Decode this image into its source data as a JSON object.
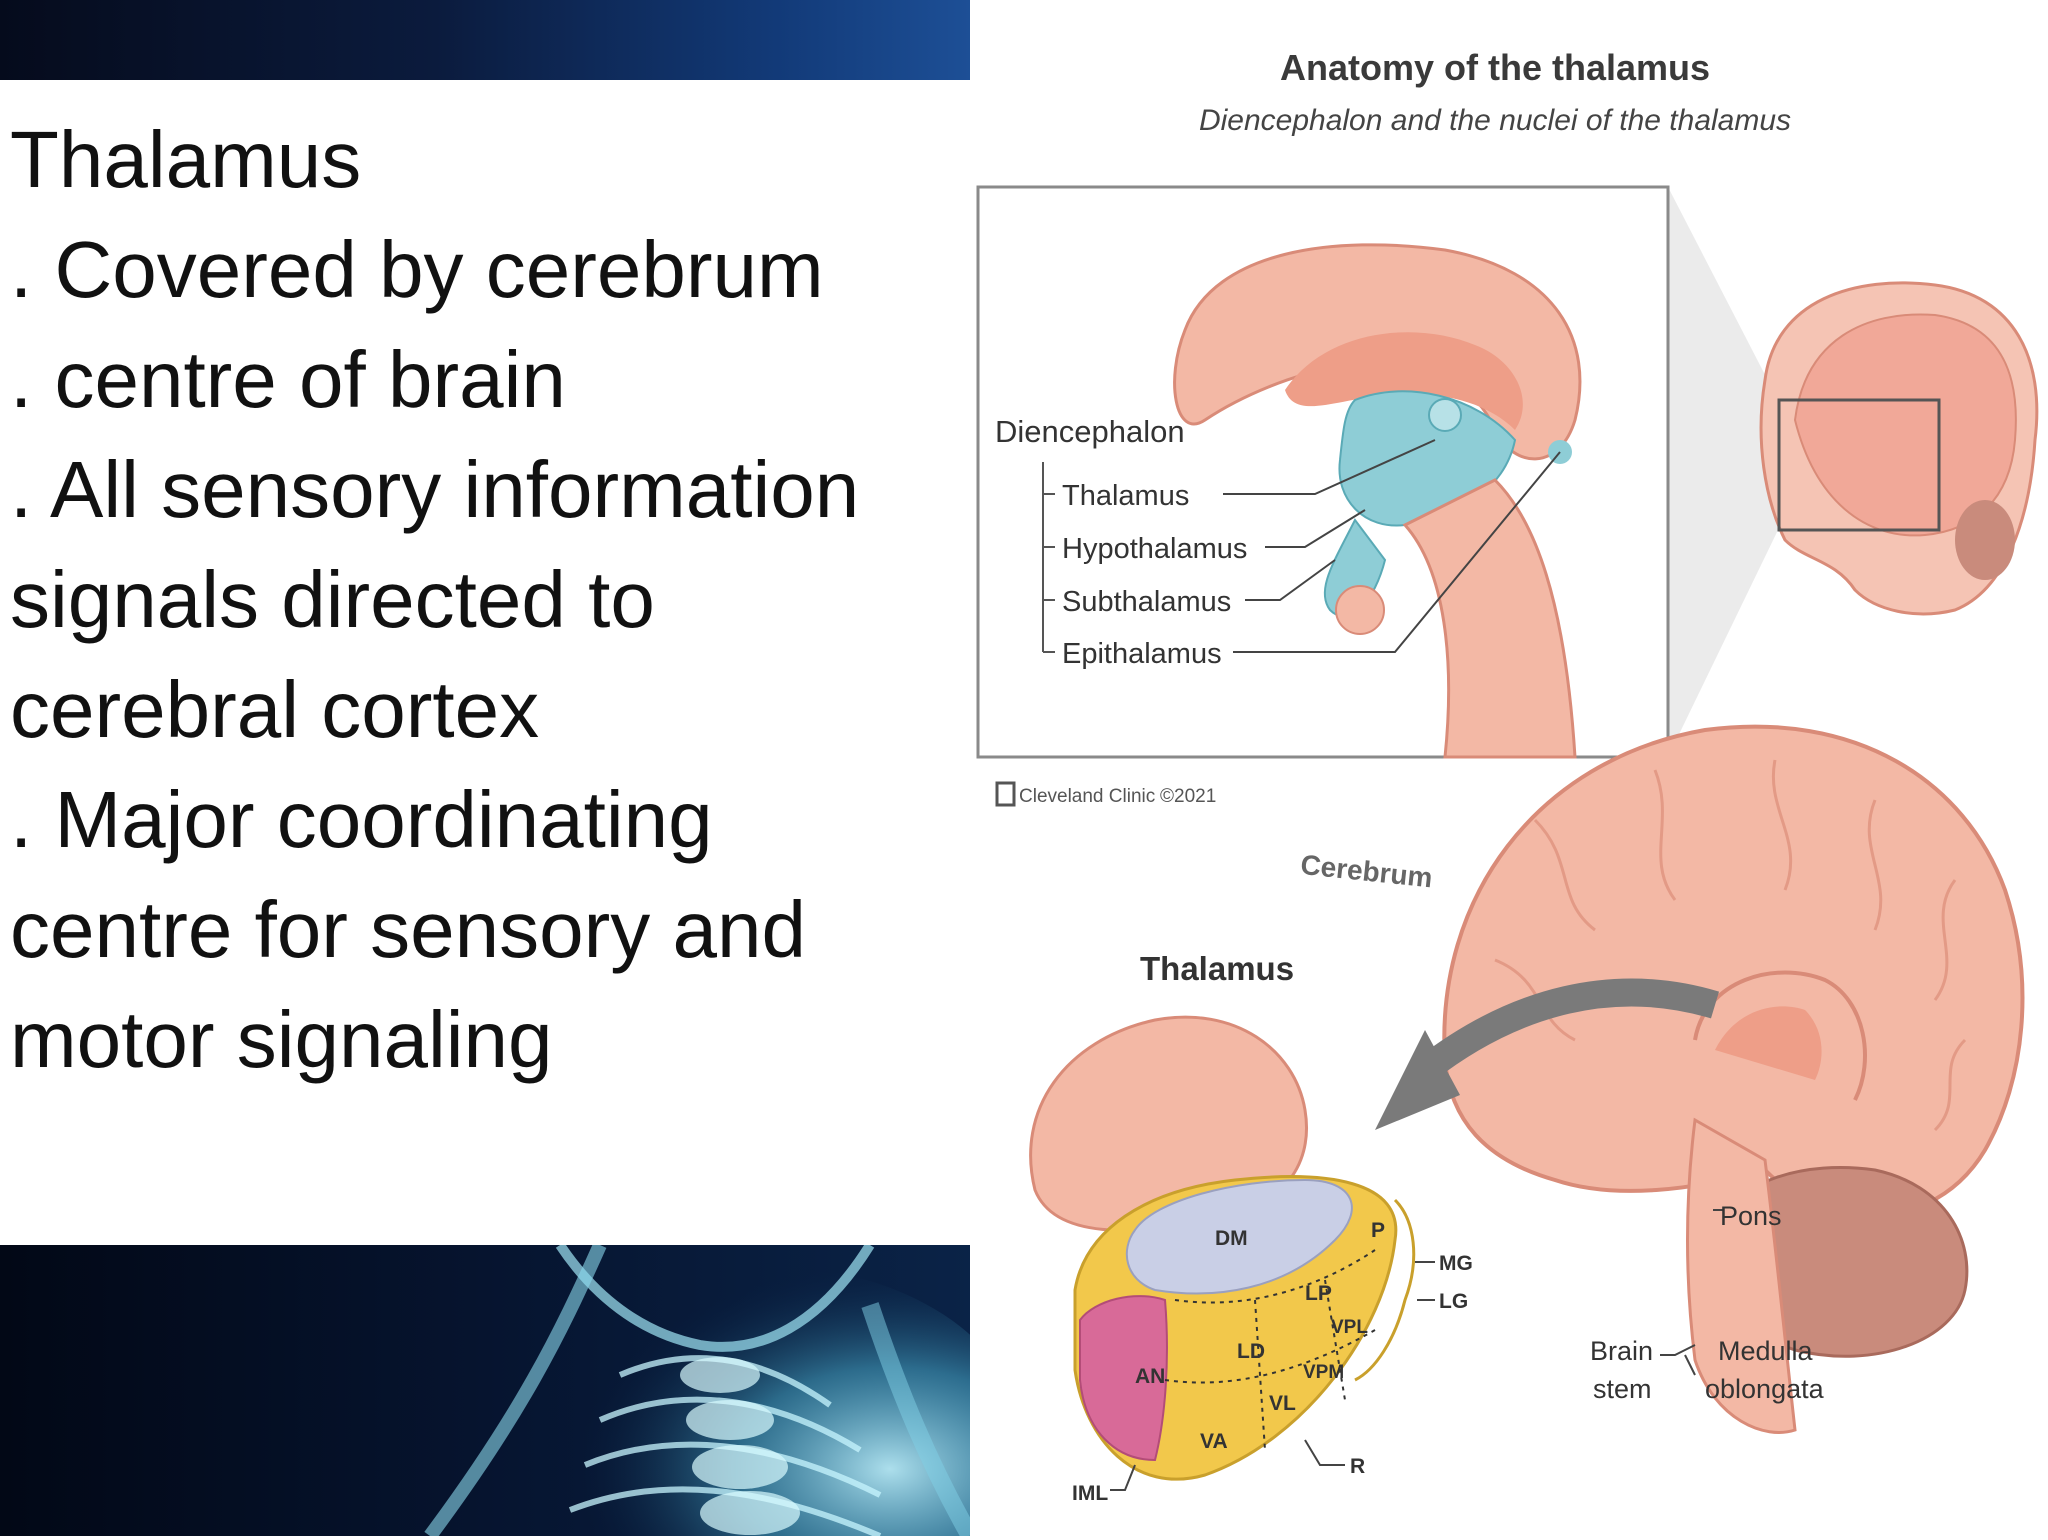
{
  "slide": {
    "lines": [
      "Thalamus",
      ". Covered by cerebrum",
      ". centre of brain",
      ". All sensory information",
      "signals directed to",
      "cerebral cortex",
      ". Major coordinating",
      "centre for sensory and",
      "motor signaling"
    ]
  },
  "figure": {
    "title": "Anatomy of the thalamus",
    "subtitle": "Diencephalon and the nuclei of the thalamus",
    "diencephalon_heading": "Diencephalon",
    "diencephalon_parts": [
      "Thalamus",
      "Hypothalamus",
      "Subthalamus",
      "Epithalamus"
    ],
    "credit": "Cleveland Clinic",
    "copyright": "©2021",
    "thalamus_heading": "Thalamus",
    "cerebrum_label": "Cerebrum",
    "nuclei": [
      "DM",
      "P",
      "LP",
      "VPL",
      "LD",
      "AN",
      "VPM",
      "VL",
      "VA"
    ],
    "side_labels": [
      "MG",
      "LG",
      "R",
      "IML"
    ],
    "brainstem_labels": {
      "pons": "Pons",
      "brain": "Brain",
      "stem": "stem",
      "medulla": "Medulla",
      "oblongata": "oblongata"
    }
  },
  "colors": {
    "band_dark": "#06142f",
    "brain_pink": "#f3b8a5",
    "brain_outline": "#d98b78",
    "diencephalon_blue": "#8ecdd6",
    "nucleus_yellow": "#f2c84b",
    "nucleus_lavender": "#c9cfe6",
    "nucleus_magenta": "#d86a98",
    "cerebellum": "#c98b7c"
  }
}
